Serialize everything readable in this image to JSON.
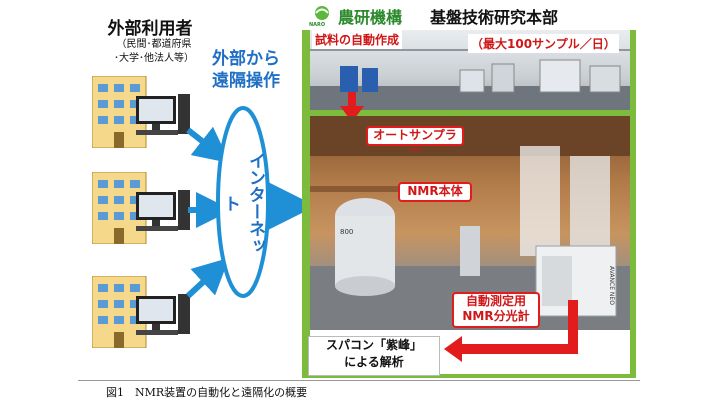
{
  "left": {
    "title": "外部利用者",
    "subtitle_line1": "（民間･都道府県",
    "subtitle_line2": "･大学･他法人等）"
  },
  "middle": {
    "title_line1": "外部から",
    "title_line2": "遠隔操作",
    "network_label": "インターネット"
  },
  "header": {
    "logo_text": "NARO",
    "org_name": "農研機構",
    "division": "基盤技術研究本部"
  },
  "photo_labels": {
    "auto_prep": "試料の自動作成",
    "capacity": "（最大100サンプル／日）",
    "autosampler": "オートサンプラー",
    "nmr_body": "NMR本体",
    "spectrometer_line1": "自動測定用",
    "spectrometer_line2": "NMR分光計",
    "instrument_brand": "AVANCE NEO",
    "magnet_label": "800"
  },
  "result": {
    "line1": "スパコン「紫峰」",
    "line2": "による解析"
  },
  "caption": "図1　NMR装置の自動化と遠隔化の概要",
  "colors": {
    "accent_blue": "#1f6fc4",
    "accent_red": "#e21c1c",
    "frame_green": "#7cbb3c",
    "org_green": "#2c8a2c"
  }
}
